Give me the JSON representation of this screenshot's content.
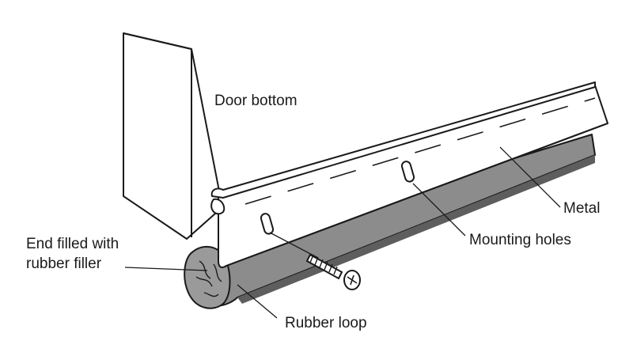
{
  "labels": {
    "door_bottom": "Door bottom",
    "metal": "Metal",
    "mounting_holes": "Mounting holes",
    "end_filled_line1": "End filled with",
    "end_filled_line2": "rubber filler",
    "rubber_loop": "Rubber loop"
  },
  "colors": {
    "ink": "#1a1a1a",
    "rubber": "#8c8c8c",
    "rubber_dark": "#5e5e5e",
    "metal": "#ffffff",
    "background": "#ffffff"
  }
}
